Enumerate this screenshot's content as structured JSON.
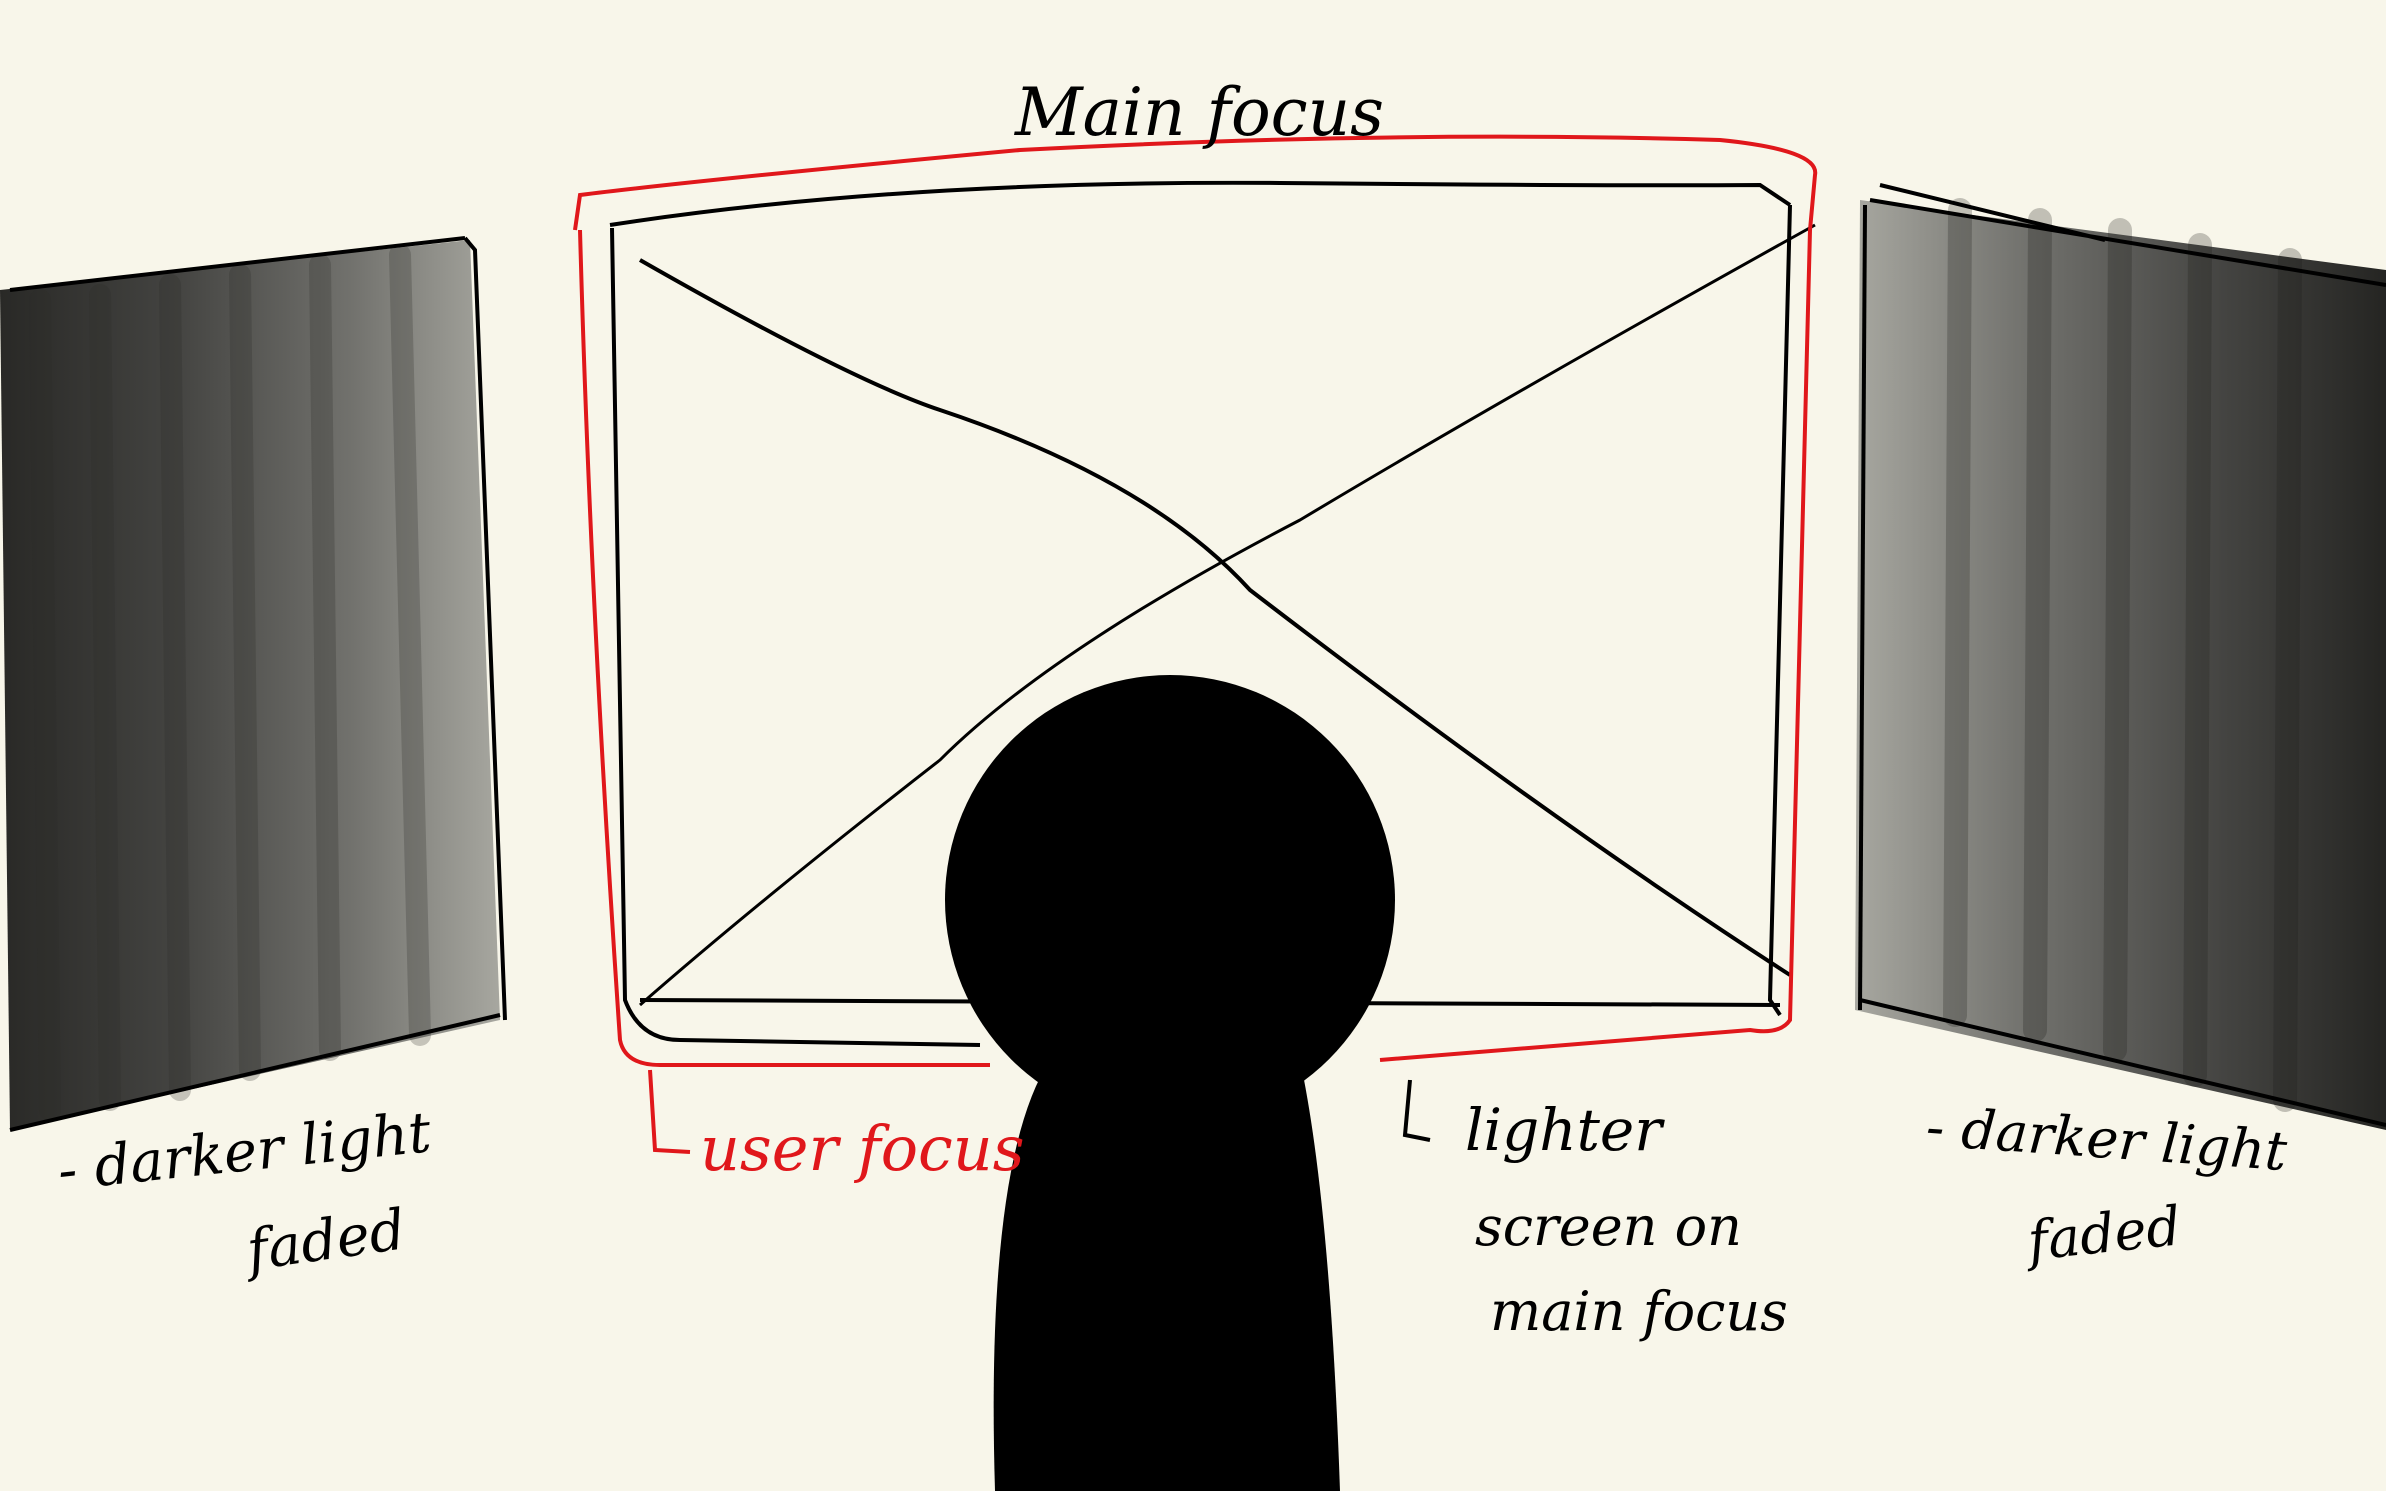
{
  "annotations": {
    "main_focus": "Main focus",
    "user_focus": "user focus",
    "lighter_line1": "lighter",
    "lighter_line2": "screen on",
    "lighter_line3": "main focus",
    "left_line1": "- darker light",
    "left_line2": "faded",
    "right_line1": "- darker light",
    "right_line2": "faded"
  },
  "colors": {
    "background": "#f8f6ea",
    "ink": "#000000",
    "highlight": "#e0171b",
    "side_panel_light": "#a8a8a0",
    "side_panel_mid": "#6e6e6a",
    "side_panel_dark": "#2a2a28"
  }
}
